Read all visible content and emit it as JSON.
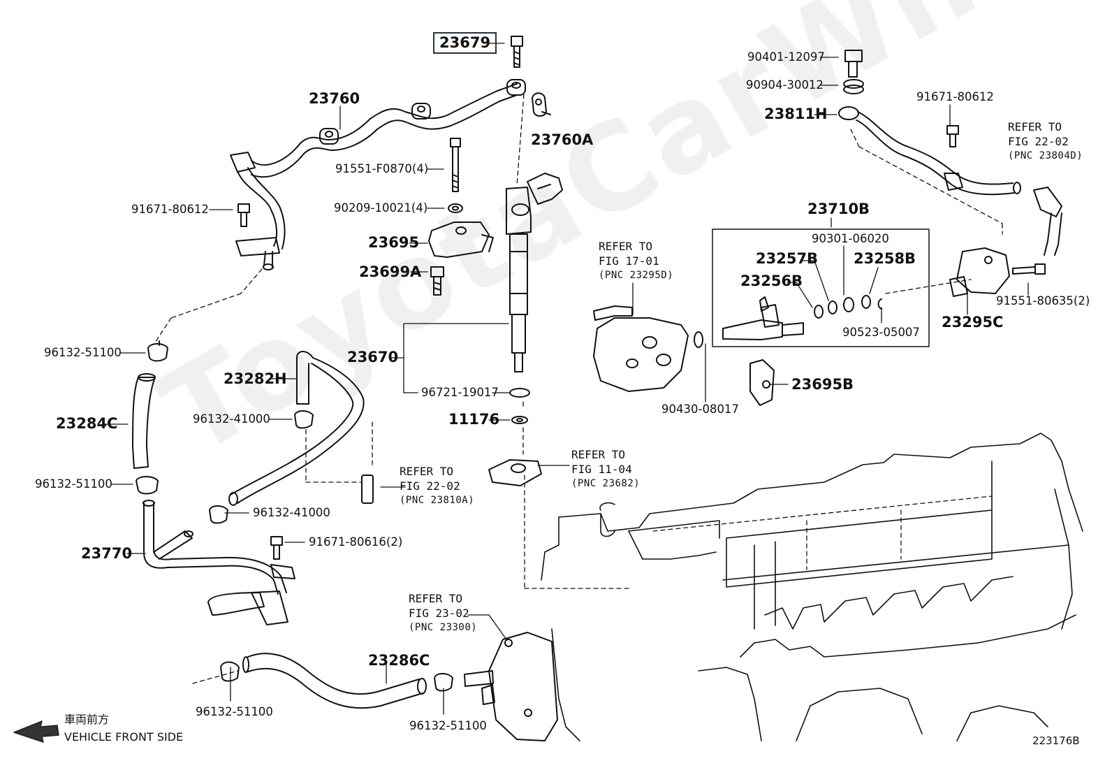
{
  "watermark": "ToyotaCarWiner.ru",
  "highlighted_part": "23679",
  "labels": {
    "p23679": "23679",
    "p23760": "23760",
    "p23760A": "23760A",
    "p91551F0870": "91551-F0870(4)",
    "p90209": "90209-10021(4)",
    "p23695": "23695",
    "p23699A": "23699A",
    "p91671_80612_left": "91671-80612",
    "p96132_51100_a": "96132-51100",
    "p23284C": "23284C",
    "p96132_51100_b": "96132-51100",
    "p23282H": "23282H",
    "p96132_41000_a": "96132-41000",
    "p96132_41000_b": "96132-41000",
    "p23670": "23670",
    "p96721": "96721-19017",
    "p11176": "11176",
    "p23770": "23770",
    "p91671_80616": "91671-80616(2)",
    "p23286C": "23286C",
    "p96132_51100_c": "96132-51100",
    "p96132_51100_d": "96132-51100",
    "p90401": "90401-12097",
    "p90904": "90904-30012",
    "p23811H": "23811H",
    "p91671_80612_right": "91671-80612",
    "p23710B": "23710B",
    "p90301": "90301-06020",
    "p23257B": "23257B",
    "p23258B": "23258B",
    "p23256B": "23256B",
    "p90523": "90523-05007",
    "p23295C": "23295C",
    "p91551_80635": "91551-80635(2)",
    "p90430": "90430-08017",
    "p23695B": "23695B"
  },
  "refs": {
    "fig17": {
      "line1": "REFER TO",
      "line2": "FIG 17-01",
      "pnc": "(PNC 23295D)"
    },
    "fig22_top": {
      "line1": "REFER TO",
      "line2": "FIG 22-02",
      "pnc": "(PNC 23804D)"
    },
    "fig22_mid": {
      "line1": "REFER TO",
      "line2": "FIG 22-02",
      "pnc": "(PNC 23810A)"
    },
    "fig11": {
      "line1": "REFER TO",
      "line2": "FIG 11-04",
      "pnc": "(PNC 23682)"
    },
    "fig23": {
      "line1": "REFER TO",
      "line2": "FIG 23-02",
      "pnc": "(PNC 23300)"
    }
  },
  "direction": {
    "jp": "車両前方",
    "en": "VEHICLE FRONT SIDE"
  },
  "figure_number": "223176B"
}
